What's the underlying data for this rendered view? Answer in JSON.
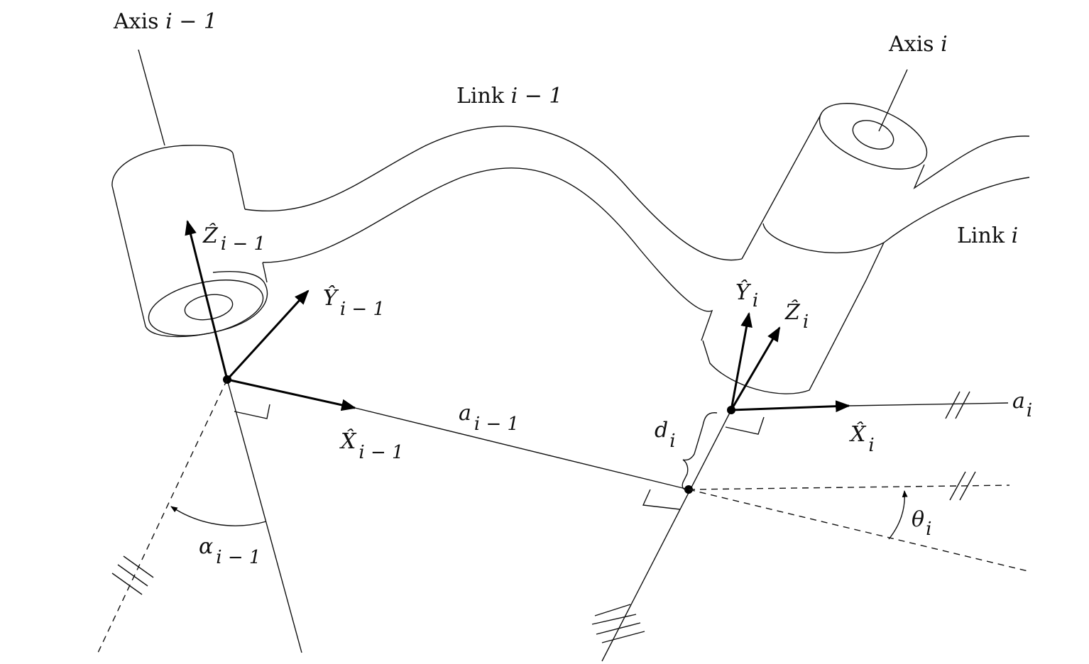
{
  "labels": {
    "axis_prev": {
      "word": "Axis",
      "sym": "i − 1"
    },
    "axis_cur": {
      "word": "Axis",
      "sym": "i"
    },
    "link_prev": {
      "word": "Link",
      "sym": "i − 1"
    },
    "link_cur": {
      "word": "Link",
      "sym": "i"
    },
    "z_prev": {
      "sym": "Ẑ",
      "sub": "i − 1"
    },
    "y_prev": {
      "sym": "Ŷ",
      "sub": "i − 1"
    },
    "x_prev": {
      "sym": "X̂",
      "sub": "i − 1"
    },
    "a_prev": {
      "sym": "a",
      "sub": "i − 1"
    },
    "alpha_prev": {
      "sym": "α",
      "sub": "i − 1"
    },
    "y_cur": {
      "sym": "Ŷ",
      "sub": "i"
    },
    "z_cur": {
      "sym": "Ẑ",
      "sub": "i"
    },
    "x_cur": {
      "sym": "X̂",
      "sub": "i"
    },
    "a_cur": {
      "sym": "a",
      "sub": "i"
    },
    "d_cur": {
      "sym": "d",
      "sub": "i"
    },
    "theta_cur": {
      "sym": "θ",
      "sub": "i"
    }
  }
}
